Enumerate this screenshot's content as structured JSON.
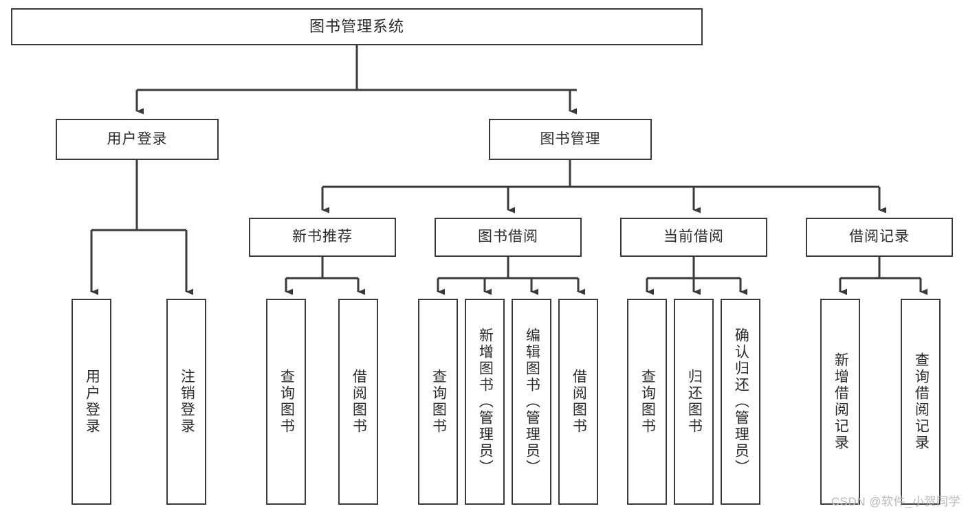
{
  "diagram": {
    "title": "图书管理系统",
    "type": "tree",
    "root": {
      "label": "图书管理系统"
    },
    "level2": [
      {
        "label": "用户登录"
      },
      {
        "label": "图书管理"
      }
    ],
    "level3": [
      {
        "label": "新书推荐"
      },
      {
        "label": "图书借阅"
      },
      {
        "label": "当前借阅"
      },
      {
        "label": "借阅记录"
      }
    ],
    "leaves": {
      "user_login": [
        {
          "label": "用户登录"
        },
        {
          "label": "注销登录"
        }
      ],
      "new_book": [
        {
          "label": "查询图书"
        },
        {
          "label": "借阅图书"
        }
      ],
      "borrow_book": [
        {
          "label": "查询图书"
        },
        {
          "label": "新增图书（管理员）"
        },
        {
          "label": "编辑图书（管理员）"
        },
        {
          "label": "借阅图书"
        }
      ],
      "current_borrow": [
        {
          "label": "查询图书"
        },
        {
          "label": "归还图书"
        },
        {
          "label": "确认归还（管理员）"
        }
      ],
      "borrow_record": [
        {
          "label": "新增借阅记录"
        },
        {
          "label": "查询借阅记录"
        }
      ]
    }
  },
  "watermark": {
    "text": "CSDN @软件_小贺同学"
  },
  "colors": {
    "stroke": "#3a3a3a",
    "background": "#ffffff",
    "text": "#2b2b2b",
    "watermark": "#b9b9b9"
  }
}
